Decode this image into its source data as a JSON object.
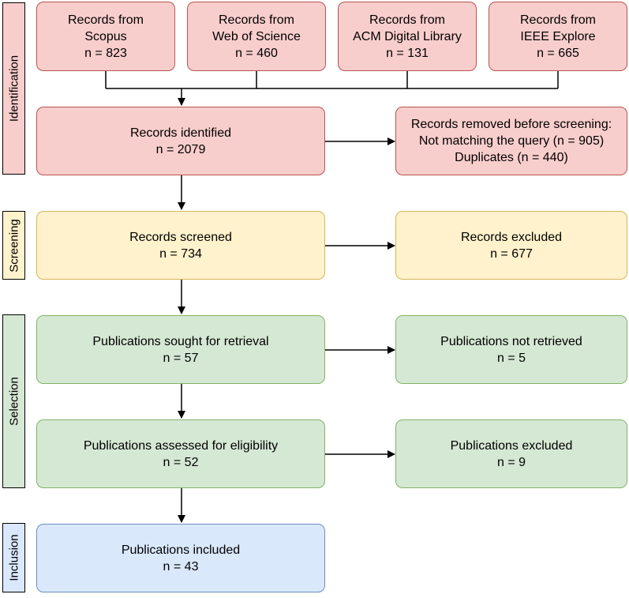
{
  "phases": {
    "identification": "Identification",
    "screening": "Screening",
    "selection": "Selection",
    "inclusion": "Inclusion"
  },
  "sources": [
    {
      "line1": "Records from",
      "line2": "Scopus",
      "line3": "n = 823"
    },
    {
      "line1": "Records from",
      "line2": "Web of Science",
      "line3": "n = 460"
    },
    {
      "line1": "Records from",
      "line2": "ACM Digital Library",
      "line3": "n = 131"
    },
    {
      "line1": "Records from",
      "line2": "IEEE Explore",
      "line3": "n = 665"
    }
  ],
  "identified": {
    "line1": "Records identified",
    "line2": "n = 2079"
  },
  "removed": {
    "line1": "Records removed before screening:",
    "line2": "Not matching the query (n = 905)",
    "line3": "Duplicates (n = 440)"
  },
  "screened": {
    "line1": "Records screened",
    "line2": "n = 734"
  },
  "excluded": {
    "line1": "Records excluded",
    "line2": "n = 677"
  },
  "sought": {
    "line1": "Publications sought for retrieval",
    "line2": "n = 57"
  },
  "not_retrieved": {
    "line1": "Publications not retrieved",
    "line2": "n = 5"
  },
  "assessed": {
    "line1": "Publications assessed for eligibility",
    "line2": "n = 52"
  },
  "pub_excluded": {
    "line1": "Publications excluded",
    "line2": "n = 9"
  },
  "included": {
    "line1": "Publications included",
    "line2": "n = 43"
  },
  "colors": {
    "identification_fill": "#f8cecc",
    "identification_stroke": "#b85450",
    "screening_fill": "#fff2cc",
    "screening_stroke": "#d6b656",
    "selection_fill": "#d5e8d4",
    "selection_stroke": "#82b366",
    "inclusion_fill": "#dae8fc",
    "inclusion_stroke": "#6c8ebf"
  }
}
